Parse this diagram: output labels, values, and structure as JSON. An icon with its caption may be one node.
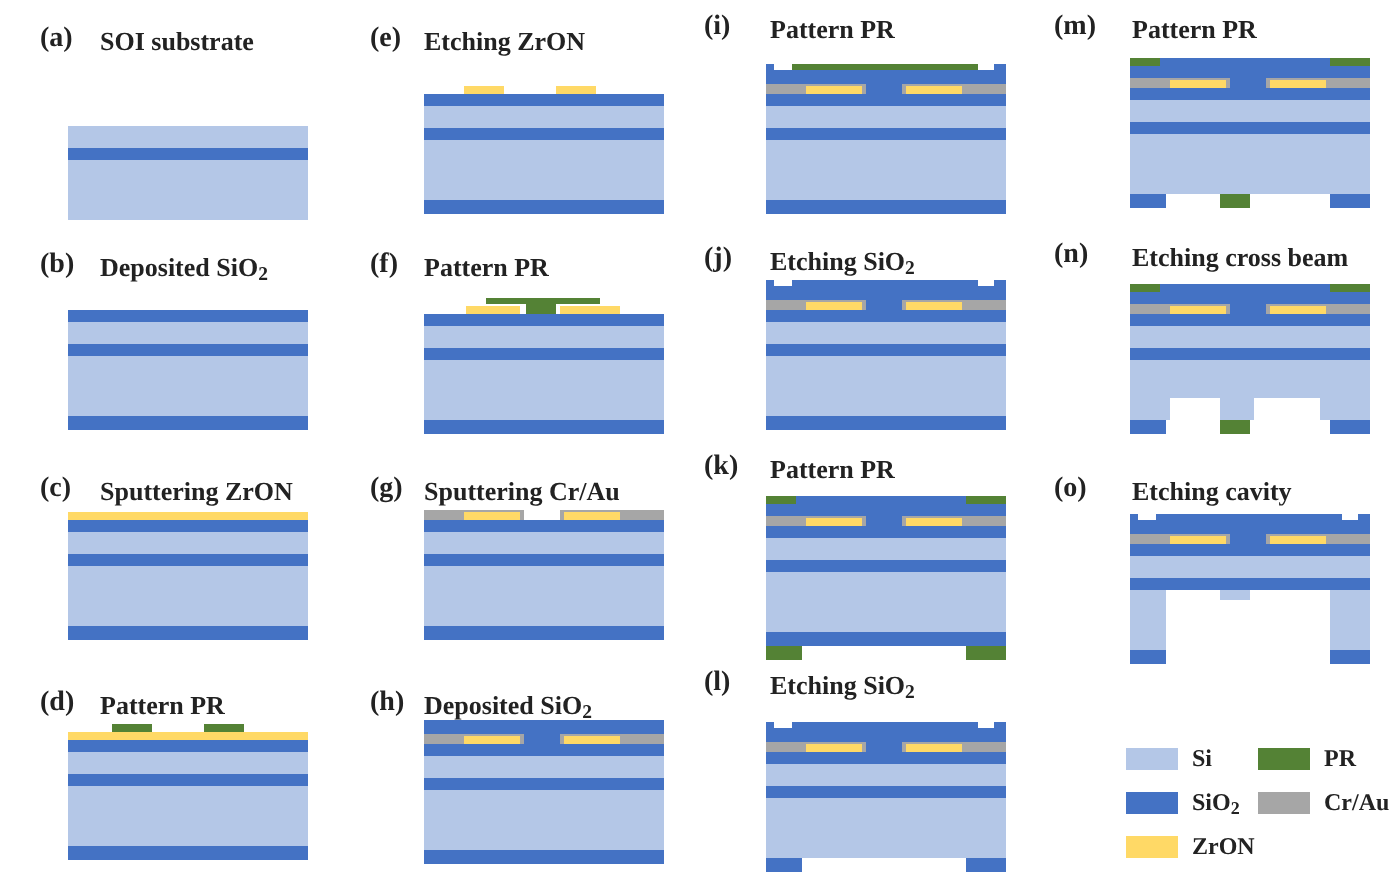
{
  "diagram": {
    "labels": [
      "(a)",
      "SOI substrate",
      "(b)",
      "Deposited SiO$_{2}$",
      "(c)",
      "Sputtering ZrON",
      "(d)",
      "Pattern PR",
      "(e)",
      "Etching ZrON",
      "(f)",
      "Pattern PR",
      "(g)",
      "Sputtering Cr/Au",
      "(h)",
      "Deposited SiO$_{2}$",
      "(i)",
      "Pattern PR",
      "(j)",
      "Etching SiO$_{2}$",
      "(k)",
      "Pattern PR",
      "(l)",
      "Etching SiO$_{2}$",
      "(m)",
      "Pattern PR",
      "(n)",
      "Etching cross beam",
      "(o)",
      "Etching cavity"
    ],
    "legend": [
      {
        "text": "Si",
        "color": "#b4c7e7"
      },
      {
        "text": "PR",
        "color": "#548235"
      },
      {
        "text": "SiO$_{2}$",
        "color": "#4472c4"
      },
      {
        "text": "Cr/Au",
        "color": "#a6a6a6"
      },
      {
        "text": "ZrON",
        "color": "#ffd966"
      }
    ]
  }
}
